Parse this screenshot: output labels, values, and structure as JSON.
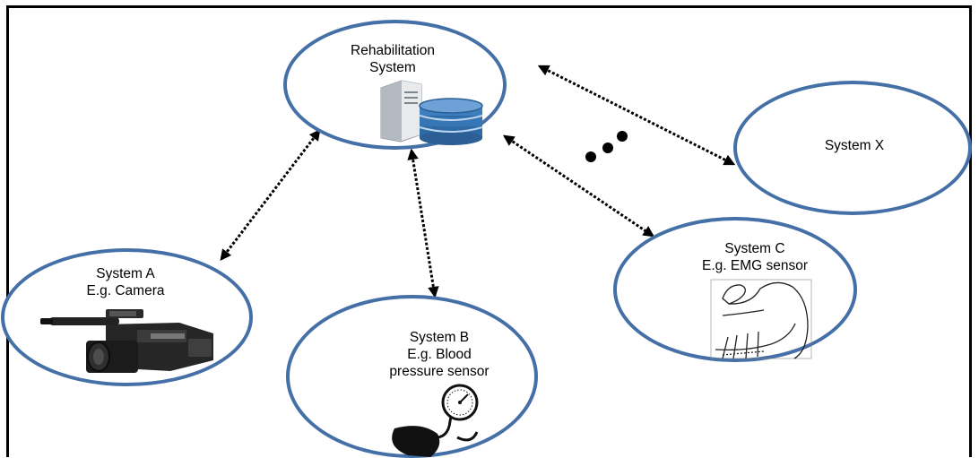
{
  "nodes": {
    "rehab": {
      "line1": "Rehabilitation",
      "line2": "System"
    },
    "system_x": {
      "line1": "System X"
    },
    "system_a": {
      "line1": "System A",
      "line2": "E.g. Camera"
    },
    "system_b": {
      "line1": "System B",
      "line2": "E.g. Blood",
      "line3": "pressure sensor"
    },
    "system_c": {
      "line1": "System C",
      "line2": "E.g. EMG sensor"
    }
  },
  "icons": {
    "rehab": "server-database-icon",
    "system_a": "video-camera-icon",
    "system_b": "blood-pressure-cuff-icon",
    "system_c": "arm-emg-sensor-icon"
  },
  "ellipsis": "more-systems-dots",
  "colors": {
    "circle_border": "#4470a7",
    "arrow": "#000000",
    "frame": "#000000"
  }
}
